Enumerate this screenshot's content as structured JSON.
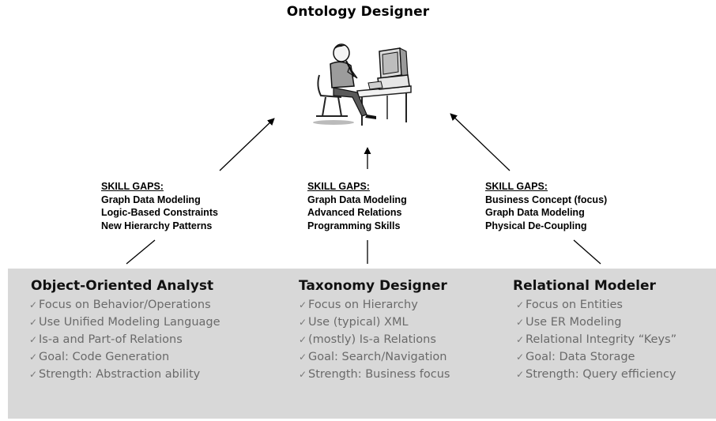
{
  "diagram": {
    "title": "Ontology Designer",
    "roles": [
      {
        "name": "Object-Oriented Analyst",
        "skill_gaps_title": "SKILL GAPS:",
        "skill_gaps": [
          "Graph Data Modeling",
          "Logic-Based Constraints",
          "New Hierarchy Patterns"
        ],
        "traits": [
          "Focus on Behavior/Operations",
          "Use Unified Modeling Language",
          "Is-a and Part-of Relations",
          "Goal: Code Generation",
          "Strength: Abstraction ability"
        ]
      },
      {
        "name": "Taxonomy Designer",
        "skill_gaps_title": "SKILL GAPS:",
        "skill_gaps": [
          "Graph Data Modeling",
          "Advanced Relations",
          "Programming Skills"
        ],
        "traits": [
          "Focus on Hierarchy",
          "Use (typical) XML",
          "(mostly) Is-a Relations",
          "Goal: Search/Navigation",
          "Strength: Business focus"
        ]
      },
      {
        "name": "Relational Modeler",
        "skill_gaps_title": "SKILL GAPS:",
        "skill_gaps": [
          "Business Concept (focus)",
          "Graph Data Modeling",
          "Physical De-Coupling"
        ],
        "traits": [
          "Focus on Entities",
          "Use ER Modeling",
          "Relational Integrity “Keys”",
          "Goal: Data Storage",
          "Strength: Query efficiency"
        ]
      }
    ],
    "bullet_icon": "check-icon",
    "figure_icon": "person-at-computer-icon",
    "colors": {
      "panel": "#d8d8d8",
      "bullet_text": "#6a6a6a",
      "heading_text": "#111111"
    }
  }
}
